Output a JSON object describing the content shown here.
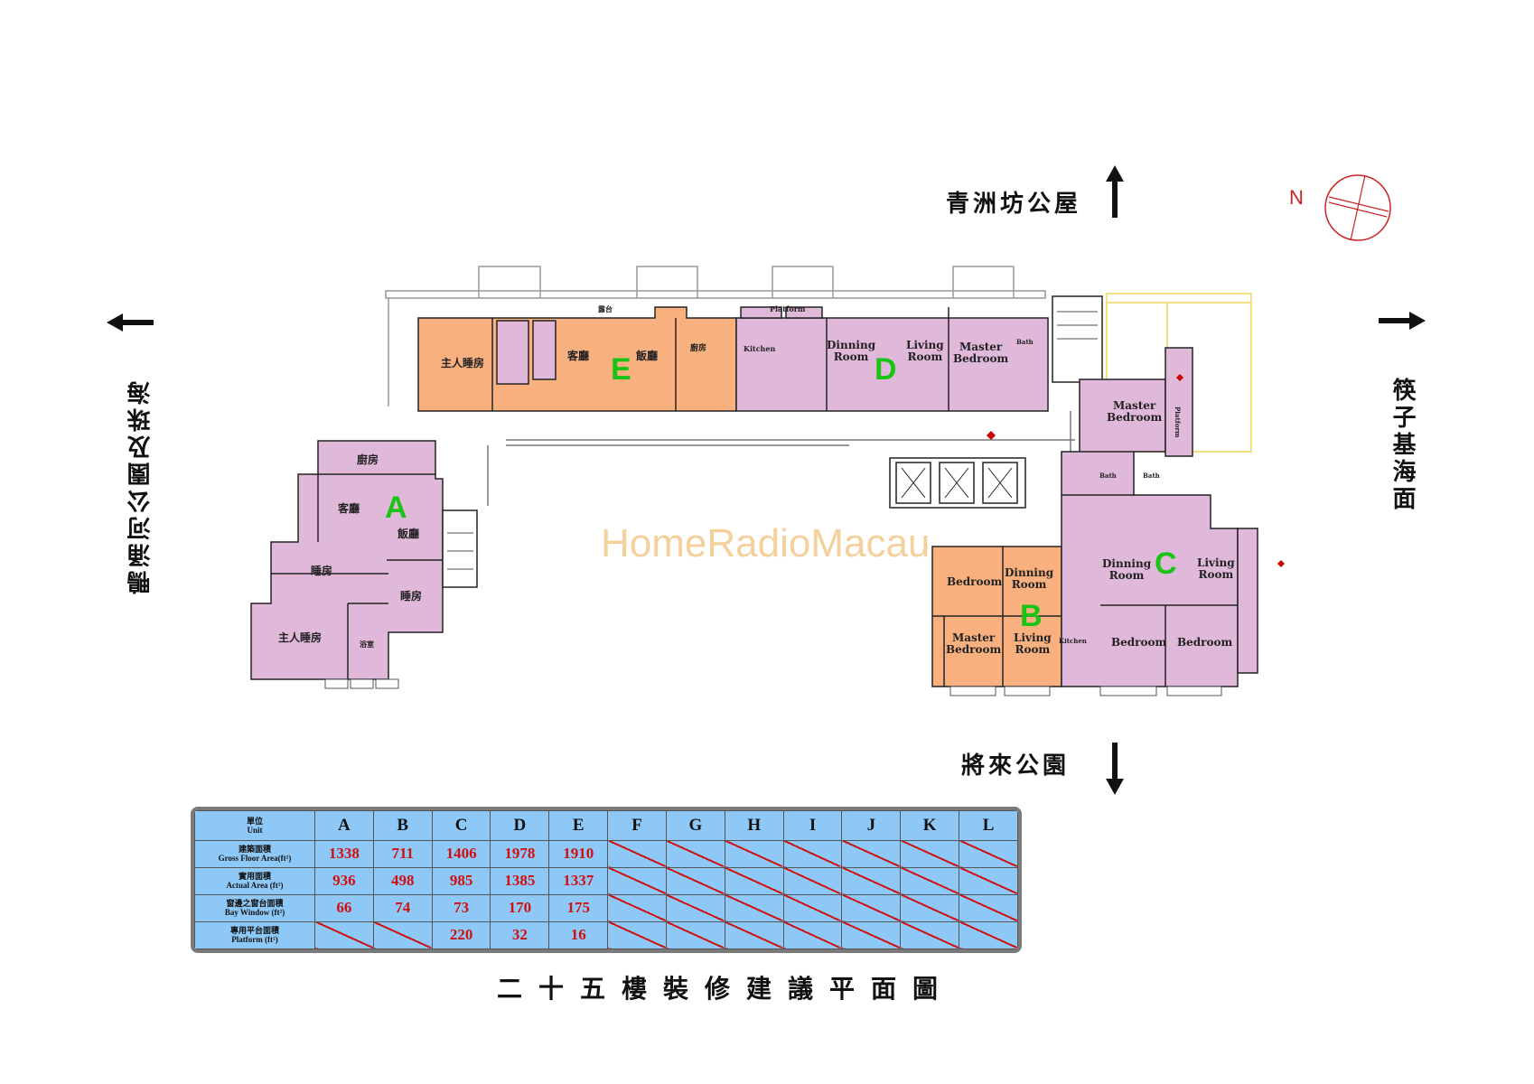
{
  "directions": {
    "north_label": "青洲坊公屋",
    "south_label": "將來公園",
    "west_label": "鴨涌河公園及珠海",
    "east_label": "筷子基海面"
  },
  "compass": {
    "label": "N"
  },
  "watermark": "HomeRadioMacau",
  "units": {
    "A": {
      "letter": "A",
      "rooms": [
        "廚房",
        "客廳",
        "飯廳",
        "睡房",
        "睡房",
        "主人睡房",
        "浴室"
      ]
    },
    "B": {
      "letter": "B",
      "rooms": [
        "Bedroom",
        "Dinning\nRoom",
        "Master\nBedroom",
        "Living\nRoom",
        "Kitchen"
      ]
    },
    "C": {
      "letter": "C",
      "rooms": [
        "Master\nBedroom",
        "Dinning\nRoom",
        "Living\nRoom",
        "Bedroom",
        "Bedroom",
        "Bath",
        "Bath",
        "Platform"
      ]
    },
    "D": {
      "letter": "D",
      "rooms": [
        "Kitchen",
        "Dinning\nRoom",
        "Living\nRoom",
        "Master\nBedroom",
        "Bath",
        "Platform"
      ]
    },
    "E": {
      "letter": "E",
      "rooms": [
        "主人睡房",
        "客廳",
        "飯廳",
        "廚房",
        "露台"
      ]
    }
  },
  "colors": {
    "pink_unit": "#e0b8da",
    "orange_unit": "#f7b07e",
    "unit_letter": "#19c414",
    "table_bg": "#8ec8f6",
    "table_value": "#d01010"
  },
  "table": {
    "header_label": "單位\nUnit",
    "columns": [
      "A",
      "B",
      "C",
      "D",
      "E",
      "F",
      "G",
      "H",
      "I",
      "J",
      "K",
      "L"
    ],
    "rows": [
      {
        "label": "建築面積\nGross Floor Area(ft²)",
        "values": [
          "1338",
          "711",
          "1406",
          "1978",
          "1910"
        ]
      },
      {
        "label": "實用面積\nActual Area (ft²)",
        "values": [
          "936",
          "498",
          "985",
          "1385",
          "1337"
        ]
      },
      {
        "label": "窗邊之窗台面積\nBay Window (ft²)",
        "values": [
          "66",
          "74",
          "73",
          "170",
          "175"
        ]
      },
      {
        "label": "專用平台面積\nPlatform (ft²)",
        "values": [
          "",
          "",
          "220",
          "32",
          "16"
        ]
      }
    ]
  },
  "title": "二十五樓裝修建議平面圖"
}
